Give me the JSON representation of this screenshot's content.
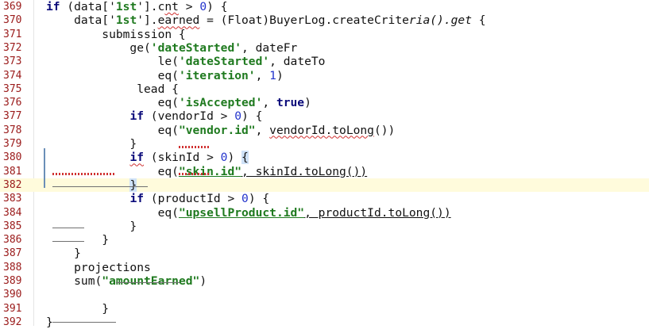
{
  "editor": {
    "lines": [
      {
        "num": "369",
        "tokens": [
          {
            "t": "if",
            "k": "kw"
          },
          {
            "t": " (data['"
          },
          {
            "t": "1st",
            "k": "str"
          },
          {
            "t": "'].c"
          },
          {
            "t": "nt",
            "k": "squig"
          },
          {
            "t": " > "
          },
          {
            "t": "0",
            "k": "num"
          },
          {
            "t": ") {"
          }
        ]
      },
      {
        "num": "370",
        "tokens": [
          {
            "t": "    data['"
          },
          {
            "t": "1st",
            "k": "str"
          },
          {
            "t": "']."
          },
          {
            "t": "earned",
            "k": "squig"
          },
          {
            "t": " = (Float)BuyerLog.createCrite"
          },
          {
            "t": "ria().get",
            "k": "it"
          },
          {
            "t": " {"
          }
        ]
      },
      {
        "num": "371",
        "tokens": [
          {
            "t": "        submission {"
          }
        ]
      },
      {
        "num": "372",
        "tokens": [
          {
            "t": "            ge("
          },
          {
            "t": "'dateStarted'",
            "k": "str"
          },
          {
            "t": ", dateFr"
          }
        ]
      },
      {
        "num": "373",
        "tokens": [
          {
            "t": "                le("
          },
          {
            "t": "'dateStarted'",
            "k": "str"
          },
          {
            "t": ", dateTo"
          }
        ]
      },
      {
        "num": "374",
        "tokens": [
          {
            "t": "                eq("
          },
          {
            "t": "'iteration'",
            "k": "str"
          },
          {
            "t": ", "
          },
          {
            "t": "1",
            "k": "num"
          },
          {
            "t": ")"
          }
        ]
      },
      {
        "num": "375",
        "tokens": [
          {
            "t": "             lead {"
          }
        ]
      },
      {
        "num": "376",
        "tokens": [
          {
            "t": "                eq("
          },
          {
            "t": "'isAccepted'",
            "k": "str"
          },
          {
            "t": ", "
          },
          {
            "t": "true",
            "k": "kw"
          },
          {
            "t": ")"
          }
        ]
      },
      {
        "num": "377",
        "tokens": [
          {
            "t": "            "
          },
          {
            "t": "if",
            "k": "kw"
          },
          {
            "t": " (vendorId > "
          },
          {
            "t": "0",
            "k": "num"
          },
          {
            "t": ") {"
          }
        ]
      },
      {
        "num": "378",
        "tokens": [
          {
            "t": "                eq("
          },
          {
            "t": "\"vendor.id\"",
            "k": "str"
          },
          {
            "t": ", "
          },
          {
            "t": "vendorId.toLong",
            "k": "squig"
          },
          {
            "t": "())"
          }
        ]
      },
      {
        "num": "379",
        "tokens": [
          {
            "t": "            }"
          }
        ]
      },
      {
        "num": "380",
        "tokens": [
          {
            "t": "            "
          },
          {
            "t": "if",
            "k": "kw squig"
          },
          {
            "t": " (skinId > "
          },
          {
            "t": "0",
            "k": "num"
          },
          {
            "t": ") "
          },
          {
            "t": "{",
            "k": "bh"
          }
        ]
      },
      {
        "num": "381",
        "tokens": [
          {
            "t": "                eq("
          },
          {
            "t": "\"skin.id\"",
            "k": "str uline"
          },
          {
            "t": ", skinId.toLong())",
            "k": "uline"
          }
        ]
      },
      {
        "num": "382",
        "tokens": [
          {
            "t": "            "
          },
          {
            "t": "}",
            "k": "bh"
          }
        ]
      },
      {
        "num": "383",
        "tokens": [
          {
            "t": "            "
          },
          {
            "t": "if",
            "k": "kw"
          },
          {
            "t": " (productId > "
          },
          {
            "t": "0",
            "k": "num"
          },
          {
            "t": ") {"
          }
        ]
      },
      {
        "num": "384",
        "tokens": [
          {
            "t": "                eq("
          },
          {
            "t": "\"upsellProduct.id\"",
            "k": "str uline"
          },
          {
            "t": ", productId.toLong())",
            "k": "uline"
          }
        ]
      },
      {
        "num": "385",
        "tokens": [
          {
            "t": "            }"
          }
        ]
      },
      {
        "num": "386",
        "tokens": [
          {
            "t": "        }"
          }
        ]
      },
      {
        "num": "387",
        "tokens": [
          {
            "t": "    }"
          }
        ]
      },
      {
        "num": "388",
        "tokens": [
          {
            "t": "    projections"
          }
        ]
      },
      {
        "num": "389",
        "tokens": [
          {
            "t": "    sum("
          },
          {
            "t": "\"amountEarned\"",
            "k": "str"
          },
          {
            "t": ")"
          }
        ]
      },
      {
        "num": "390",
        "tokens": []
      },
      {
        "num": "391",
        "tokens": [
          {
            "t": "        }"
          }
        ]
      },
      {
        "num": "392",
        "tokens": [
          {
            "t": "}"
          }
        ]
      }
    ],
    "current_line": "382",
    "colors": {
      "keyword": "#0a0a7a",
      "string": "#1f7a1f",
      "number": "#2233cc",
      "line_number": "#9a1a1a",
      "current_line_bg": "#fffbdc",
      "bracket_highlight": "#cfe2f7",
      "error_squiggle": "#d03030"
    }
  }
}
